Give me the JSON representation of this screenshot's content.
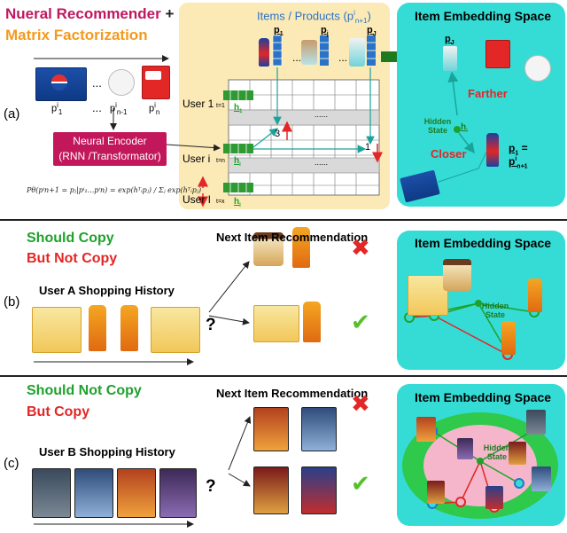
{
  "title": {
    "line1_a": "Nueral Recommender",
    "line1_b": "+",
    "line2": "Matrix Factorization"
  },
  "panel_a": {
    "label": "(a)",
    "seq": {
      "p1": "p",
      "p1_sup": "i",
      "p1_sub": "1",
      "dots": "...",
      "pn1": "p",
      "pn1_sup": "i",
      "pn1_sub": "n-1",
      "pn": "p",
      "pn_sup": "i",
      "pn_sub": "n"
    },
    "encoder": {
      "line1": "Neural Encoder",
      "line2": "(RNN /Transformator)"
    },
    "formula": "Pθ(pⁱn+1 = pⱼ|pⁱ₁...pⁱn) = exp(hᵀᵢpⱼ) / Σⱼ exp(hᵀᵢpⱼ)",
    "items_header": "Items / Products (p",
    "items_header_sup": "i",
    "items_header_sub": "n+1",
    "items_header_end": ")",
    "item_labels": [
      {
        "p": "p",
        "sub": "1"
      },
      {
        "p": "p",
        "sub": "j"
      },
      {
        "p": "p",
        "sub": "J"
      }
    ],
    "dots": "...",
    "users": [
      {
        "label": "User 1",
        "t": "t=1",
        "h": "h",
        "h_sub": "1"
      },
      {
        "label": "User i",
        "t": "t=n",
        "h": "h",
        "h_sub": "i"
      },
      {
        "label": "User I",
        "t": "t=x",
        "h": "h",
        "h_sub": "I"
      }
    ],
    "matrix_dots": "......",
    "cell_values": [
      "3",
      "1"
    ],
    "embedding": {
      "title": "Item Embedding Space",
      "pJ": "p",
      "pJ_sub": "J",
      "farther": "Farther",
      "hidden_state": "Hidden State",
      "h": "h",
      "h_sub": "i",
      "closer": "Closer",
      "p1_eq_a": "p",
      "p1_eq_sub": "1",
      "p1_eq_b": " =",
      "p1_eq_c": "p",
      "p1_eq_c_sup": "i",
      "p1_eq_c_sub": "n+1"
    }
  },
  "panel_b": {
    "label": "(b)",
    "should": "Should Copy",
    "but": "But Not Copy",
    "next_title": "Next Item Recommendation",
    "history_title": "User A Shopping History",
    "question": "?",
    "cross": "✖",
    "check": "✔",
    "embedding_title": "Item Embedding Space",
    "hidden_state": "Hidden State"
  },
  "panel_c": {
    "label": "(c)",
    "should": "Should Not Copy",
    "but": "But Copy",
    "next_title": "Next Item Recommendation",
    "history_title": "User B Shopping History",
    "question": "?",
    "cross": "✖",
    "check": "✔",
    "embedding_title": "Item Embedding Space",
    "hidden_state": "Hidden State"
  },
  "colors": {
    "magenta": "#c0185e",
    "orange": "#f39a1e",
    "blue": "#2a73c6",
    "green": "#1fa12b",
    "red": "#e32626",
    "teal": "#35dcd6",
    "yellow_bg": "#fbe9b6",
    "encoder": "#c2185b"
  }
}
